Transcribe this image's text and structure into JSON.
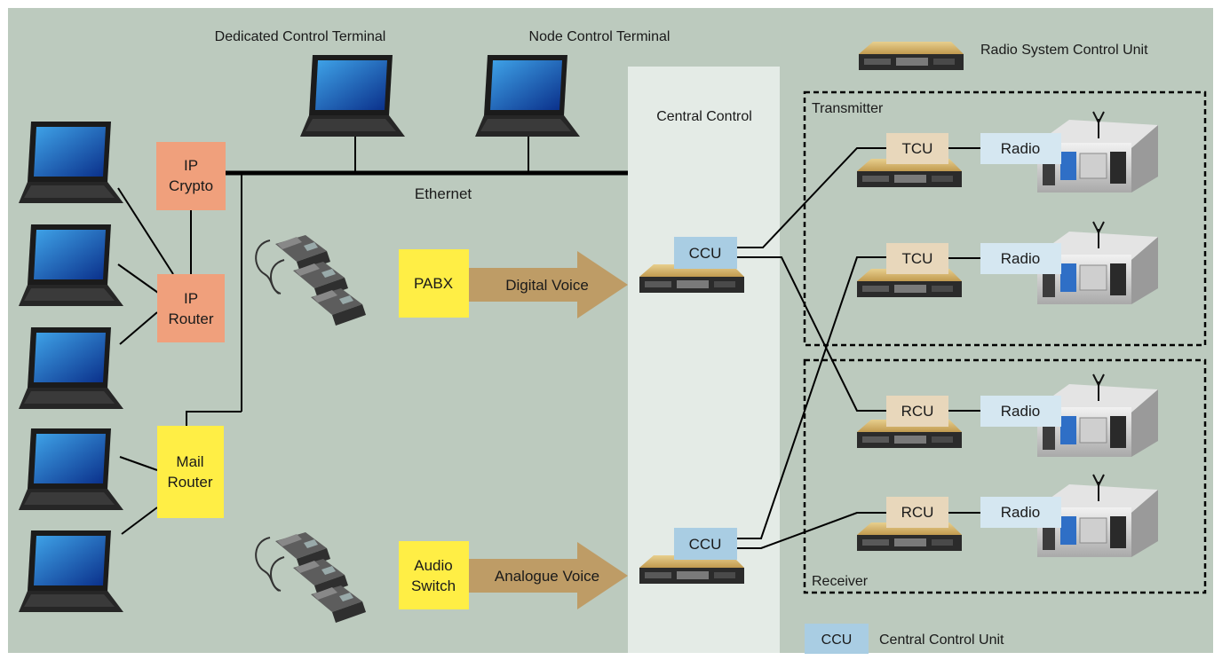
{
  "labels": {
    "dedicated_control_terminal": "Dedicated Control Terminal",
    "node_control_terminal": "Node Control Terminal",
    "ethernet": "Ethernet",
    "central_control": "Central Control",
    "transmitter": "Transmitter",
    "receiver": "Receiver"
  },
  "nodes": {
    "ip_crypto": [
      "IP",
      "Crypto"
    ],
    "ip_router": [
      "IP",
      "Router"
    ],
    "mail_router": [
      "Mail",
      "Router"
    ],
    "pabx": "PABX",
    "audio_switch": [
      "Audio",
      "Switch"
    ],
    "ccu": "CCU",
    "tcu": "TCU",
    "rcu": "RCU",
    "radio": "Radio"
  },
  "arrows": {
    "digital_voice": "Digital Voice",
    "analogue_voice": "Analogue Voice"
  },
  "legend": {
    "rscu_label": "Radio System Control Unit",
    "ccu_key": "CCU",
    "ccu_desc": "Central Control Unit"
  },
  "colors": {
    "background": "#bccabe",
    "central_panel": "#e4ebe6",
    "ip_nodes": "#f0a07c",
    "yellow_nodes": "#ffee45",
    "ccu": "#a9cde3",
    "tcu_rcu": "#e8d7bb",
    "radio": "#d5e7f1",
    "arrow": "#be9c66"
  }
}
